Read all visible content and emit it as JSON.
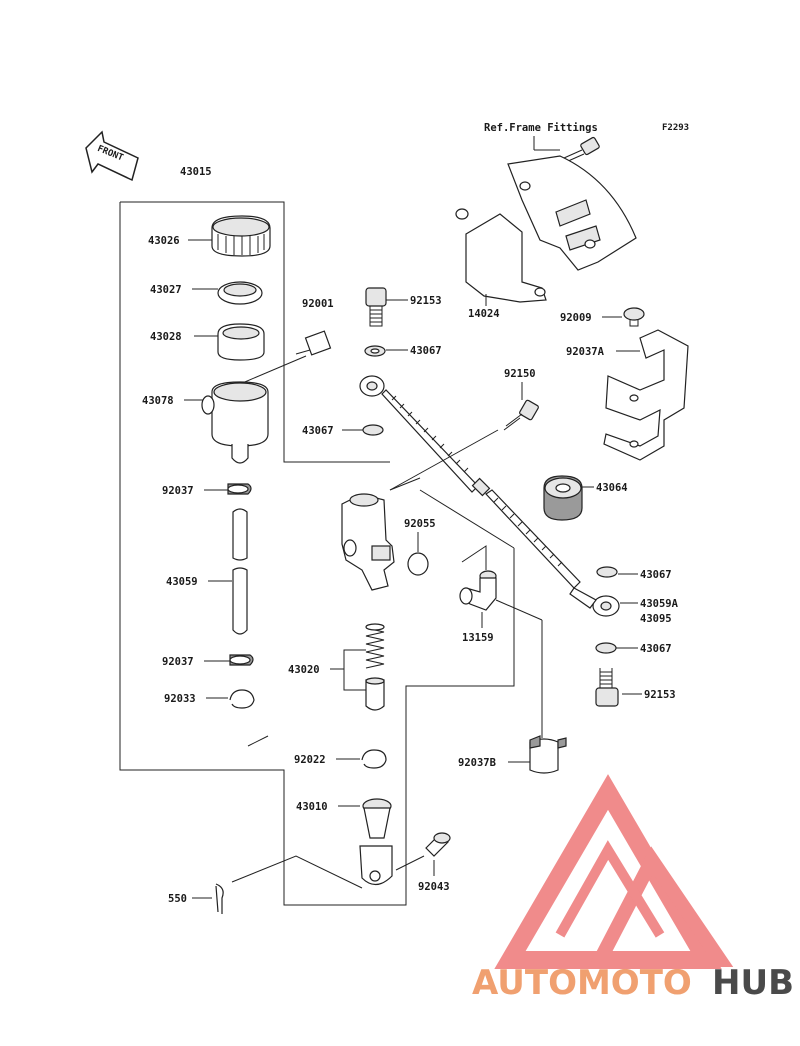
{
  "figure_code": "F2293",
  "front_label": "FRONT",
  "ref_note": "Ref.Frame Fittings",
  "parts": {
    "p43015": "43015",
    "p43026": "43026",
    "p43027": "43027",
    "p43028": "43028",
    "p43078": "43078",
    "p92037a": "92037",
    "p43059": "43059",
    "p92037b": "92037",
    "p92033": "92033",
    "p92001": "92001",
    "p92153a": "92153",
    "p43067a": "43067",
    "p43067b": "43067",
    "p92150": "92150",
    "p92055": "92055",
    "p43020": "43020",
    "p92022": "92022",
    "p43010": "43010",
    "p92043": "92043",
    "p550": "550",
    "p14024": "14024",
    "p92009": "92009",
    "p92037A": "92037A",
    "p43064": "43064",
    "p43067c": "43067",
    "p43059A": "43059A",
    "p43095": "43095",
    "p43067d": "43067",
    "p92153b": "92153",
    "p13159": "13159",
    "p92037B": "92037B"
  },
  "watermark": {
    "text_a": "AUTOMOTO",
    "text_b": "HUB",
    "color_a": "#f0a070",
    "color_b": "#4a4a4a",
    "logo_color": "#ee7777"
  }
}
